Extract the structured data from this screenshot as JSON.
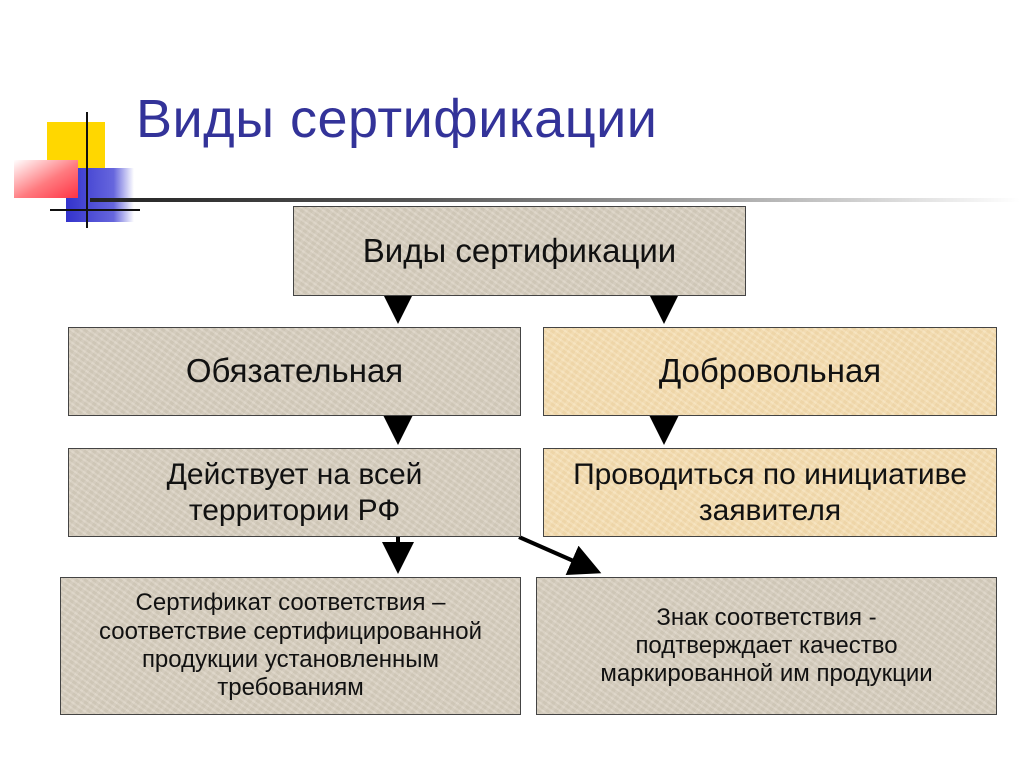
{
  "slide": {
    "title": "Виды сертификации"
  },
  "diagram": {
    "root": {
      "label": "Виды сертификации"
    },
    "mandatory": {
      "label": "Обязательная",
      "scope_lines": [
        "Действует на всей",
        "территории РФ"
      ]
    },
    "voluntary": {
      "label": "Добровольная",
      "scope_lines": [
        "Проводиться по инициативе",
        "заявителя"
      ]
    },
    "certificate": {
      "lines": [
        "Сертификат соответствия –",
        "соответствие сертифицированной",
        "продукции установленным",
        "требованиям"
      ]
    },
    "mark": {
      "lines": [
        "Знак соответствия -",
        "подтверждает качество",
        "маркированной им продукции"
      ]
    }
  },
  "colors": {
    "title": "#333399",
    "box_gray": "#d9d0c0",
    "box_parchment": "#f4ddb1",
    "deco_yellow": "#ffd700",
    "deco_red": "#ff4d5a",
    "deco_blue": "#3333cc"
  }
}
